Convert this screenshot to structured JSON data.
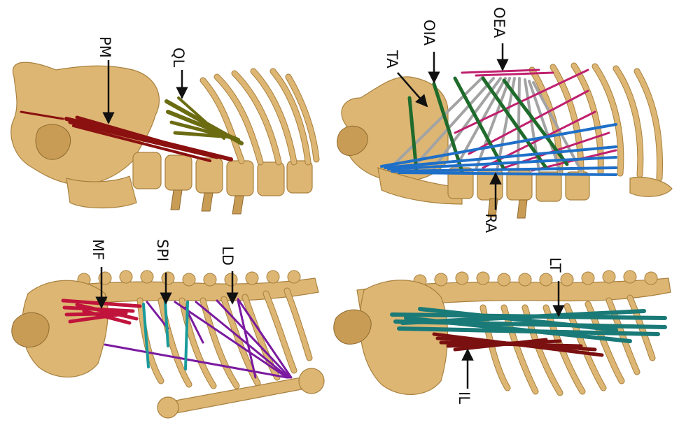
{
  "panels": [
    {
      "id": "top-left",
      "labels": [
        {
          "text": "PM",
          "muscle": "psoas major",
          "color": "#8b1010"
        },
        {
          "text": "QL",
          "muscle": "quadratus lumborum",
          "color": "#6b6b12"
        }
      ]
    },
    {
      "id": "top-right",
      "labels": [
        {
          "text": "TA",
          "muscle": "transversus abdominis",
          "color": "#a0a0a0"
        },
        {
          "text": "OIA",
          "muscle": "internal oblique",
          "color": "#1f6b2c"
        },
        {
          "text": "OEA",
          "muscle": "external oblique",
          "color": "#c0206e"
        },
        {
          "text": "RA",
          "muscle": "rectus abdominis",
          "color": "#1e6fc8"
        }
      ]
    },
    {
      "id": "bottom-left",
      "labels": [
        {
          "text": "MF",
          "muscle": "multifidus",
          "color": "#c0143c"
        },
        {
          "text": "SPI",
          "muscle": "spinalis",
          "color": "#1a9a9a"
        },
        {
          "text": "LD",
          "muscle": "latissimus dorsi",
          "color": "#7a1aa0"
        }
      ]
    },
    {
      "id": "bottom-right",
      "labels": [
        {
          "text": "LT",
          "muscle": "longissimus thoracis",
          "color": "#1a7a78"
        },
        {
          "text": "IL",
          "muscle": "iliocostalis",
          "color": "#7a1010"
        }
      ]
    }
  ]
}
